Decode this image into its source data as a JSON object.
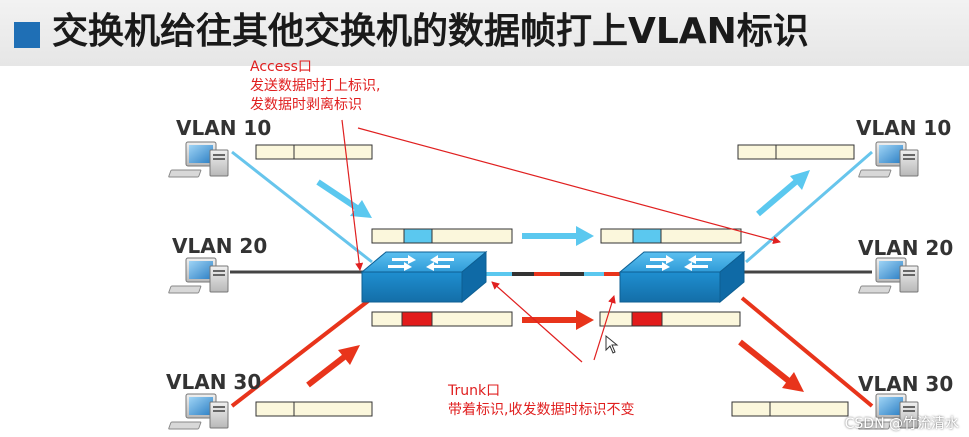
{
  "title": "交换机给往其他交换机的数据帧打上VLAN标识",
  "hosts": {
    "left": [
      "VLAN 10",
      "VLAN 20",
      "VLAN 30"
    ],
    "right": [
      "VLAN 10",
      "VLAN 20",
      "VLAN 30"
    ]
  },
  "annotations": {
    "access": {
      "line1": "Access口",
      "line2": "发送数据时打上标识,",
      "line3": "发数据时剥离标识"
    },
    "trunk": {
      "line1": "Trunk口",
      "line2": "带着标识,收发数据时标识不变"
    }
  },
  "colors": {
    "title_square": "#1f6fb5",
    "vlan10": "#5bc8ef",
    "vlan30": "#e8341b",
    "annotation": "#e02020",
    "frame_fill": "#fbf7dc",
    "switch": "#1e8ecf"
  },
  "icons": [
    "computer-icon",
    "switch-icon"
  ],
  "watermark": "CSDN @竹流清水"
}
